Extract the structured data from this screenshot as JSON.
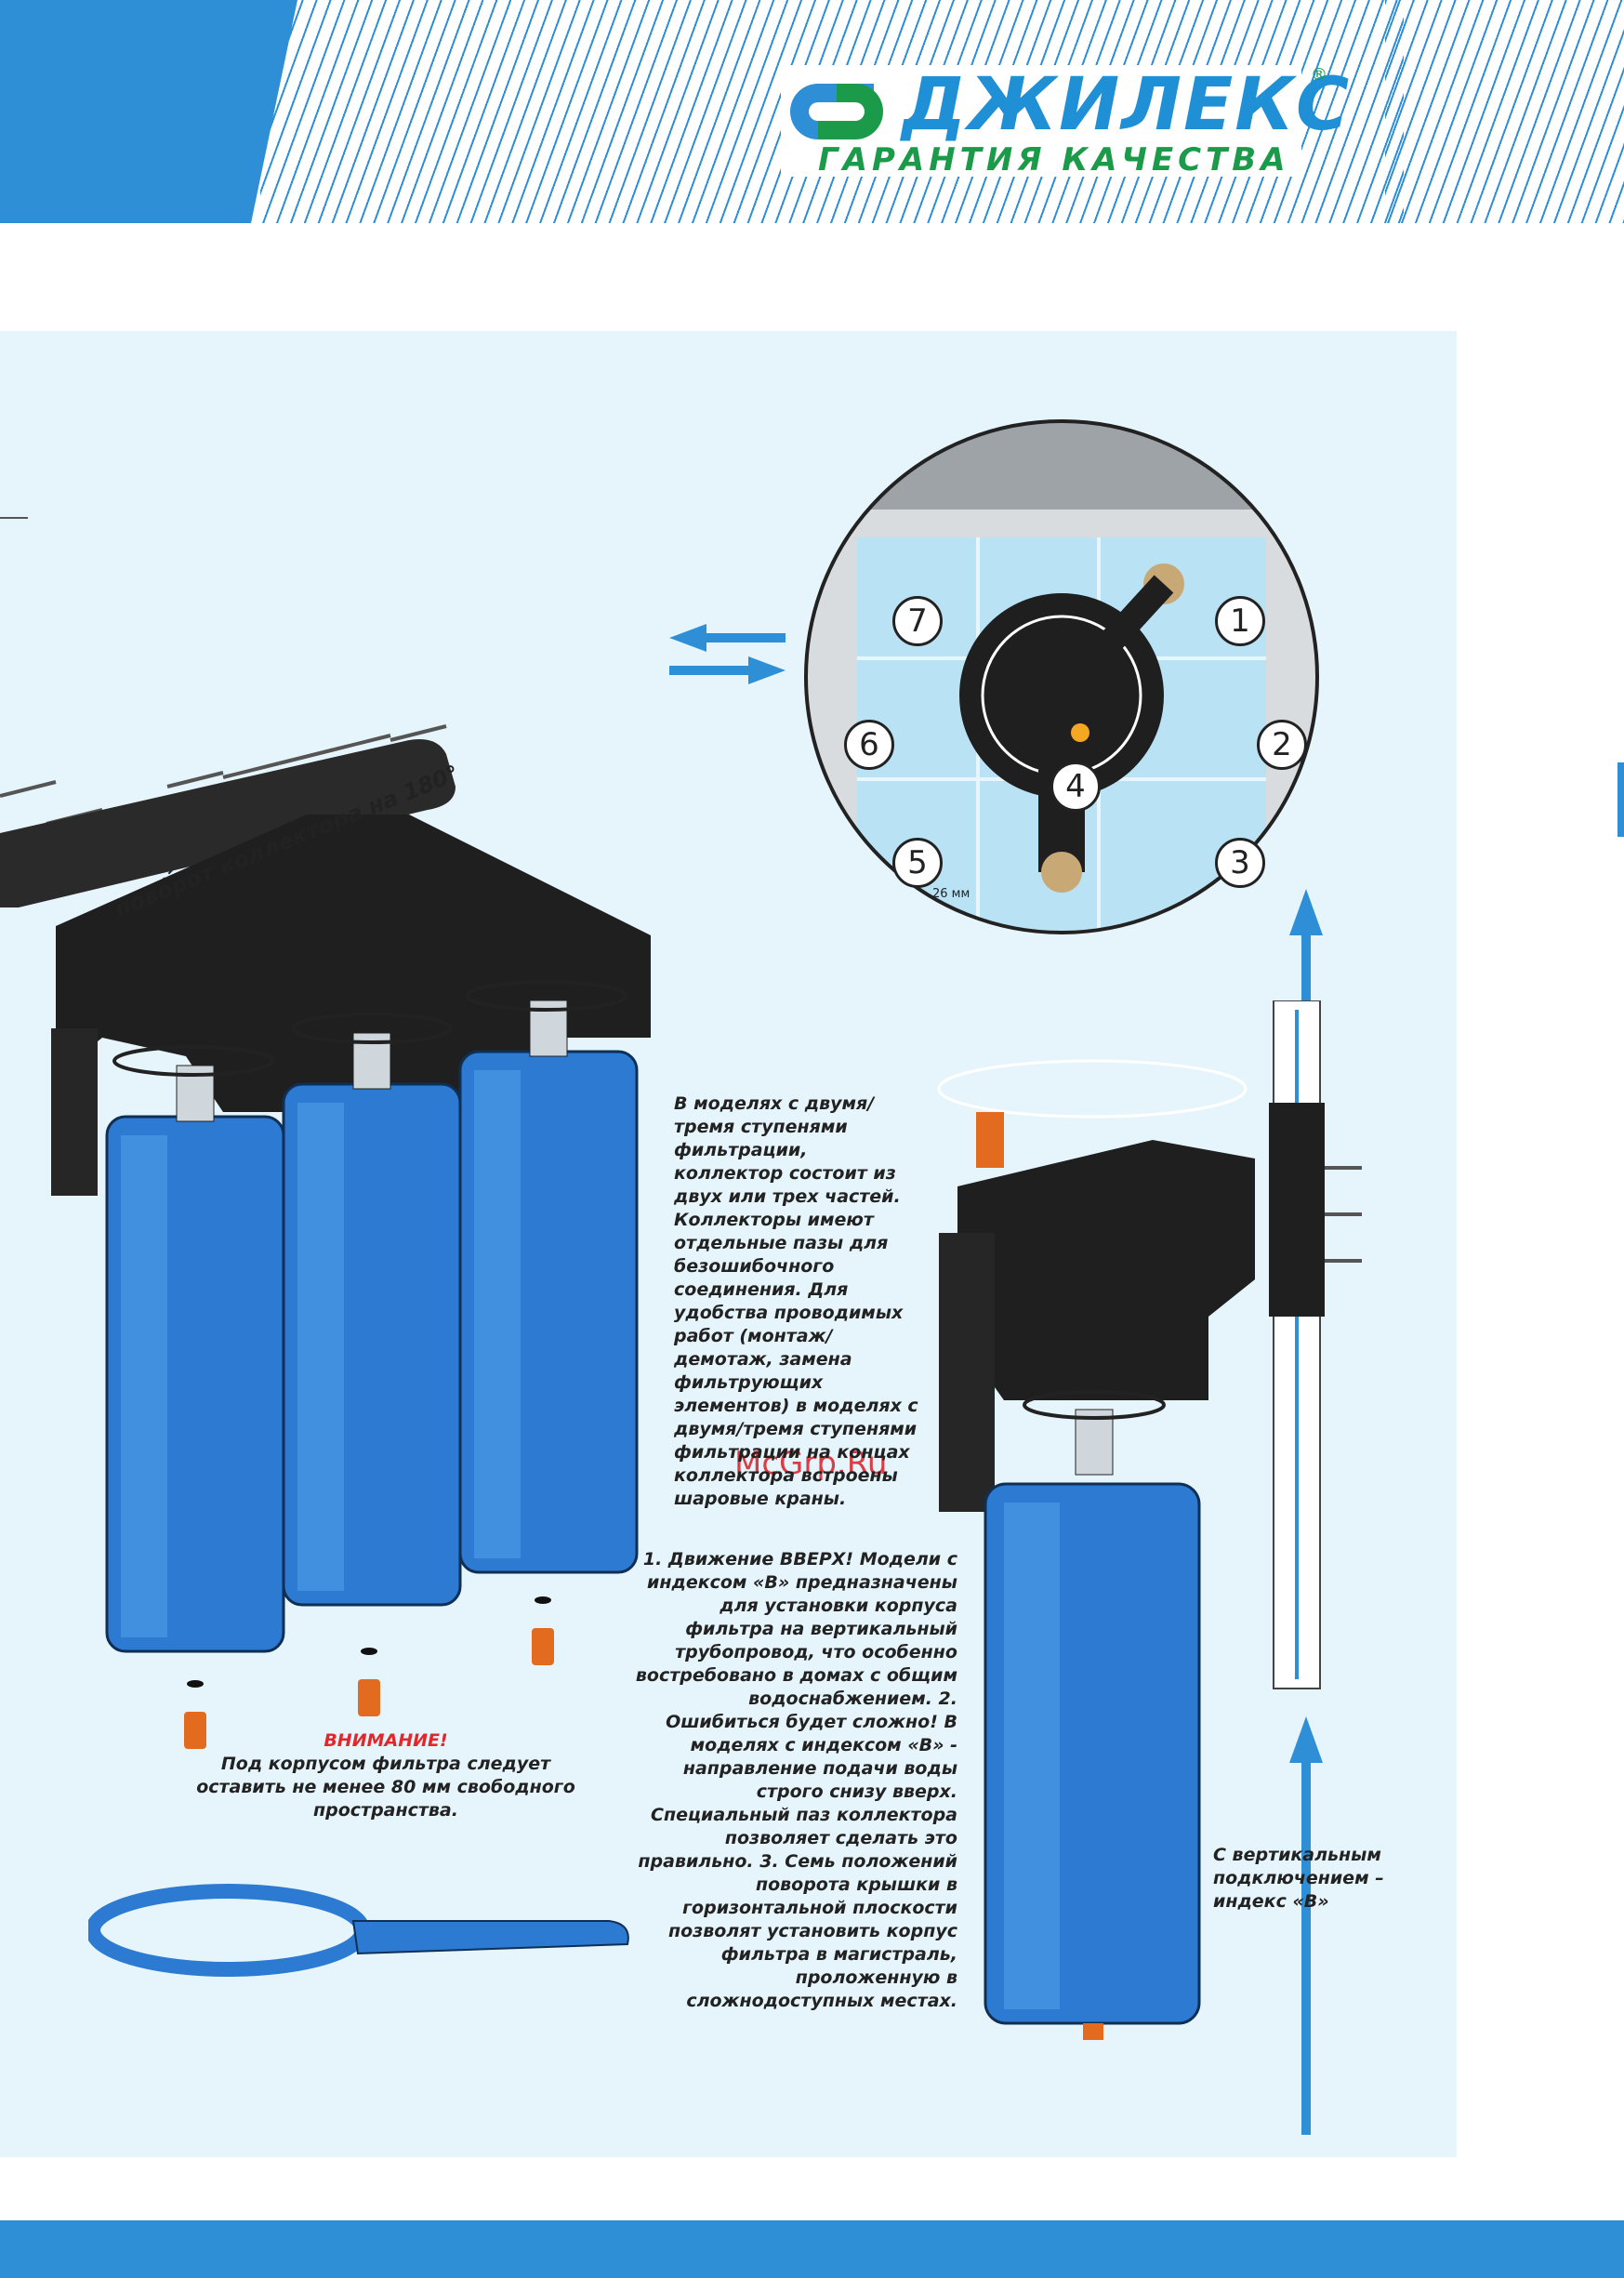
{
  "header": {
    "brand": "ДЖИЛЕКС",
    "registered_mark": "®",
    "tagline": "ГАРАНТИЯ КАЧЕСТВА"
  },
  "colors": {
    "brand_blue": "#2f8fd6",
    "brand_green": "#1b9a4a",
    "panel_background": "#e6f5fc",
    "filter_blue": "#2c7ad1",
    "warning_red": "#e3262b"
  },
  "rotation_label": "поворот коллектора на 180°",
  "watermark": "McGrp.Ru",
  "detail": {
    "dimension": "26 мм",
    "positions": [
      "1",
      "2",
      "3",
      "4",
      "5",
      "6",
      "7"
    ]
  },
  "models_text": "В моделях с двумя/тремя ступенями фильтрации, коллектор состоит из двух или трех частей. Коллекторы имеют отдельные пазы для безошибочного соединения. Для удобства проводимых работ (монтаж/демотаж, замена фильтрующих элементов) в моделях с двумя/тремя ступенями фильтрации на концах коллектора встроены шаровые краны.",
  "steps_text": "1. Движение ВВЕРХ! Модели с индексом «В» предназначены для установки корпуса фильтра на вертикальный трубопровод, что особенно востребовано в домах с общим водоснабжением. 2. Ошибиться будет сложно! В моделях с индексом «В» - направление подачи воды строго снизу вверх. Специальный паз коллектора позволяет сделать это правильно. 3. Семь положений поворота крышки в горизонтальной плоскости позволят установить корпус фильтра в магистраль, проложенную в сложнодоступных местах.",
  "warning": {
    "title": "ВНИМАНИЕ!",
    "text": "Под корпусом фильтра следует оставить не менее 80 мм свободного пространства."
  },
  "vertical_note": "С вертикальным подключением – индекс «В»"
}
